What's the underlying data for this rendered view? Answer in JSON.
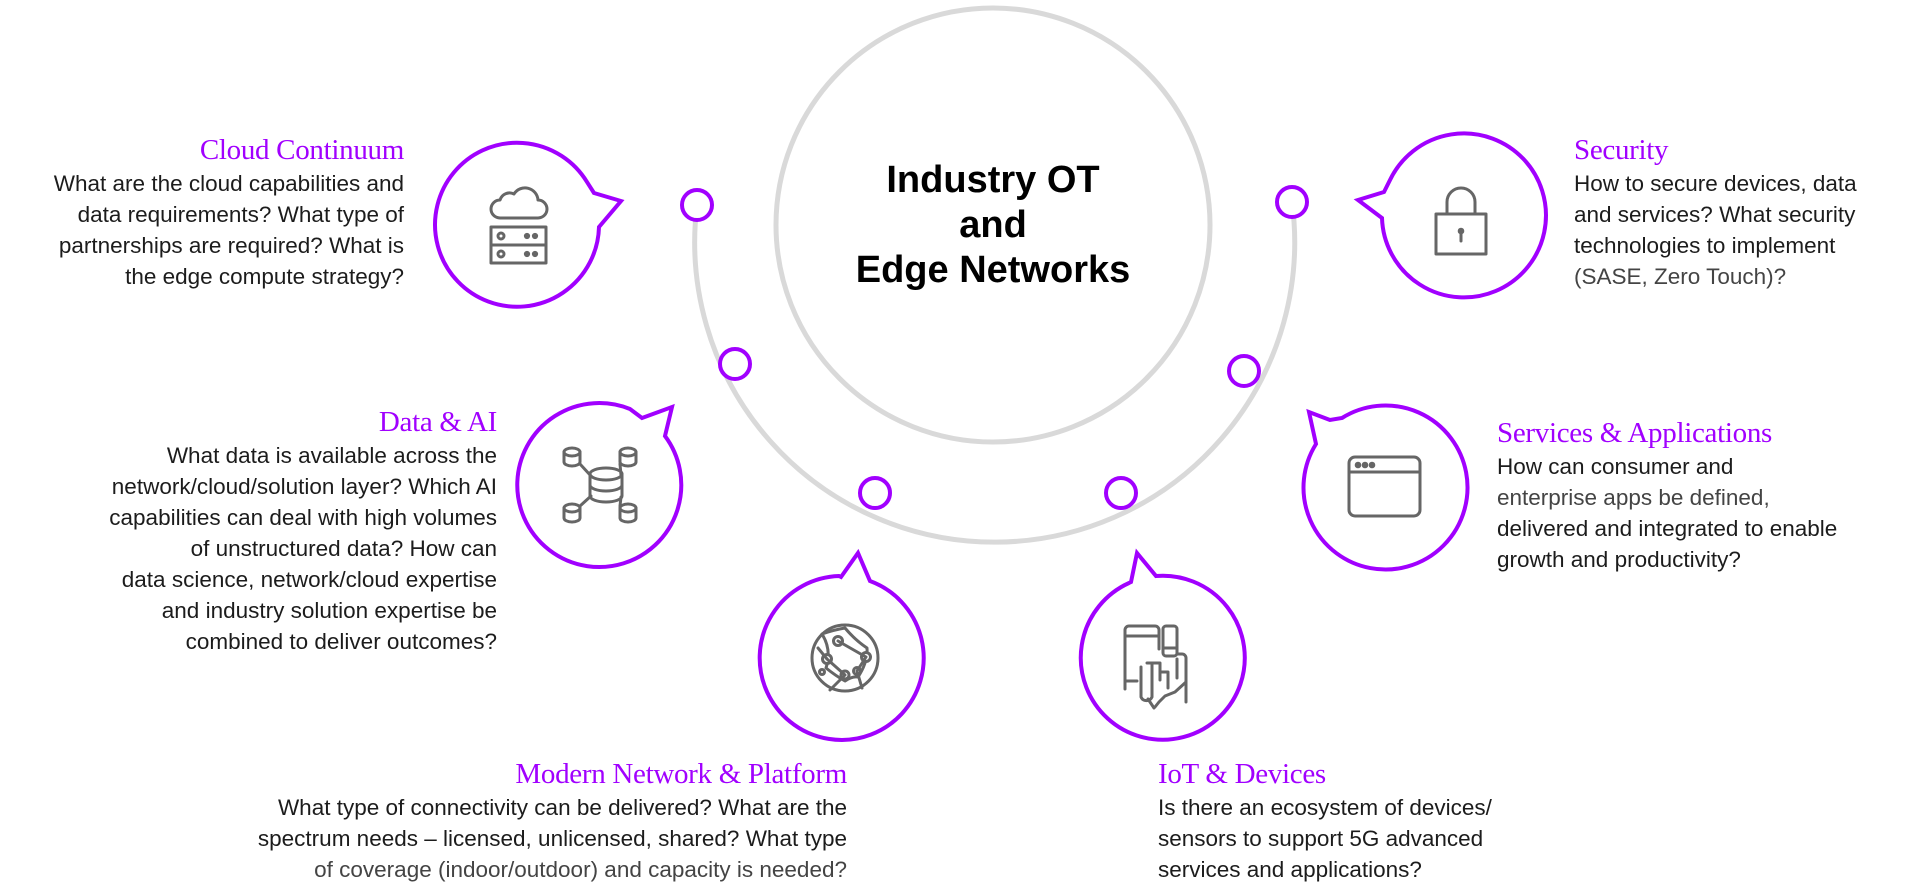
{
  "theme": {
    "accent": "#A100FF",
    "ring": "#D9D9D9",
    "icon": "#666666",
    "text": "#1C1C1C"
  },
  "hub": {
    "title_lines": [
      "Industry OT",
      "and",
      "Edge Networks"
    ]
  },
  "topics": [
    {
      "id": "cloud",
      "title": "Cloud Continuum",
      "icon": "cloud-server-icon",
      "lines": [
        "What are the cloud capabilities and",
        "data requirements? What type of",
        "partnerships are required? What is",
        "the edge compute strategy?"
      ]
    },
    {
      "id": "security",
      "title": "Security",
      "icon": "lock-icon",
      "lines": [
        "How to secure devices, data",
        "and services? What security",
        "technologies to implement",
        "(SASE, Zero Touch)?"
      ]
    },
    {
      "id": "data-ai",
      "title": "Data & AI",
      "icon": "database-network-icon",
      "lines": [
        "What data is available across the",
        "network/cloud/solution layer? Which AI",
        "capabilities can deal with high volumes",
        "of unstructured data? How can",
        "data science, network/cloud expertise",
        "and industry solution expertise be",
        "combined to deliver outcomes?"
      ]
    },
    {
      "id": "services",
      "title": "Services & Applications",
      "icon": "app-window-icon",
      "lines": [
        "How can consumer and",
        "enterprise apps be defined,",
        "delivered and integrated to enable",
        "growth and productivity?"
      ]
    },
    {
      "id": "network",
      "title": "Modern Network & Platform",
      "icon": "globe-network-icon",
      "lines": [
        "What type of connectivity can be delivered? What are the",
        "spectrum needs – licensed, unlicensed, shared? What type",
        "of coverage (indoor/outdoor) and capacity is needed?"
      ]
    },
    {
      "id": "iot",
      "title": "IoT & Devices",
      "icon": "devices-touch-icon",
      "lines": [
        "Is there an ecosystem of devices/",
        "sensors to support 5G advanced",
        "services and applications?"
      ]
    }
  ]
}
